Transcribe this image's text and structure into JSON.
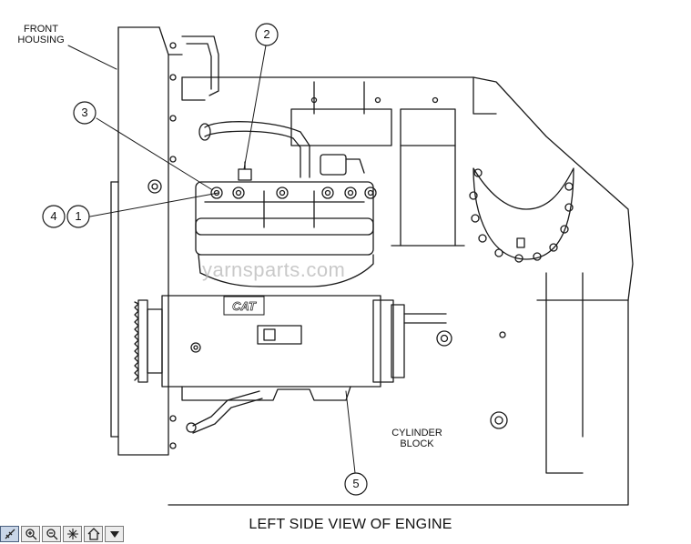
{
  "labels": {
    "front_housing": "FRONT\nHOUSING",
    "cylinder_block": "CYLINDER\nBLOCK",
    "caption": "LEFT SIDE VIEW OF ENGINE",
    "badge": "CAT",
    "watermark": "yarnsparts.com"
  },
  "callouts": [
    "1",
    "2",
    "3",
    "4",
    "5"
  ],
  "toolbar": {
    "buttons": [
      "select-tool",
      "zoom-in",
      "zoom-out",
      "fit-view",
      "home",
      "menu-dropdown"
    ]
  }
}
